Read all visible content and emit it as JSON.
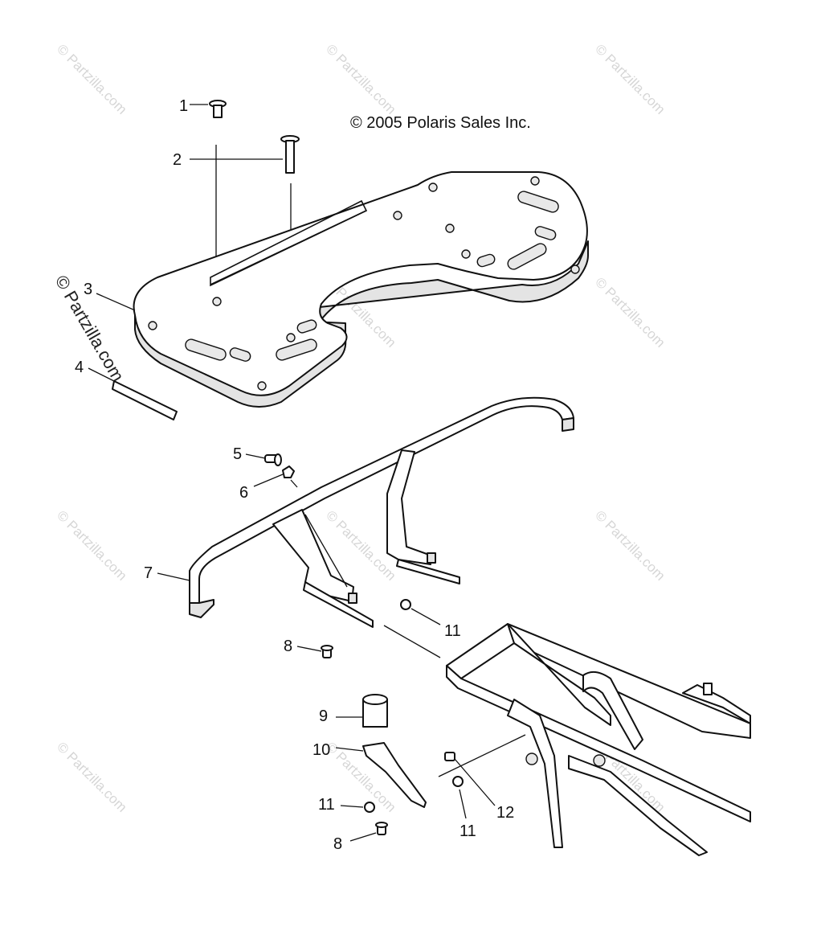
{
  "copyright": "© 2005 Polaris Sales Inc.",
  "watermark": {
    "text": "© Partzilla.com",
    "side_label": "© Partzilla.com"
  },
  "callouts": {
    "c1": "1",
    "c2": "2",
    "c3": "3",
    "c4": "4",
    "c5": "5",
    "c6": "6",
    "c7": "7",
    "c8a": "8",
    "c8b": "8",
    "c9": "9",
    "c10": "10",
    "c11a": "11",
    "c11b": "11",
    "c11c": "11",
    "c12": "12"
  }
}
